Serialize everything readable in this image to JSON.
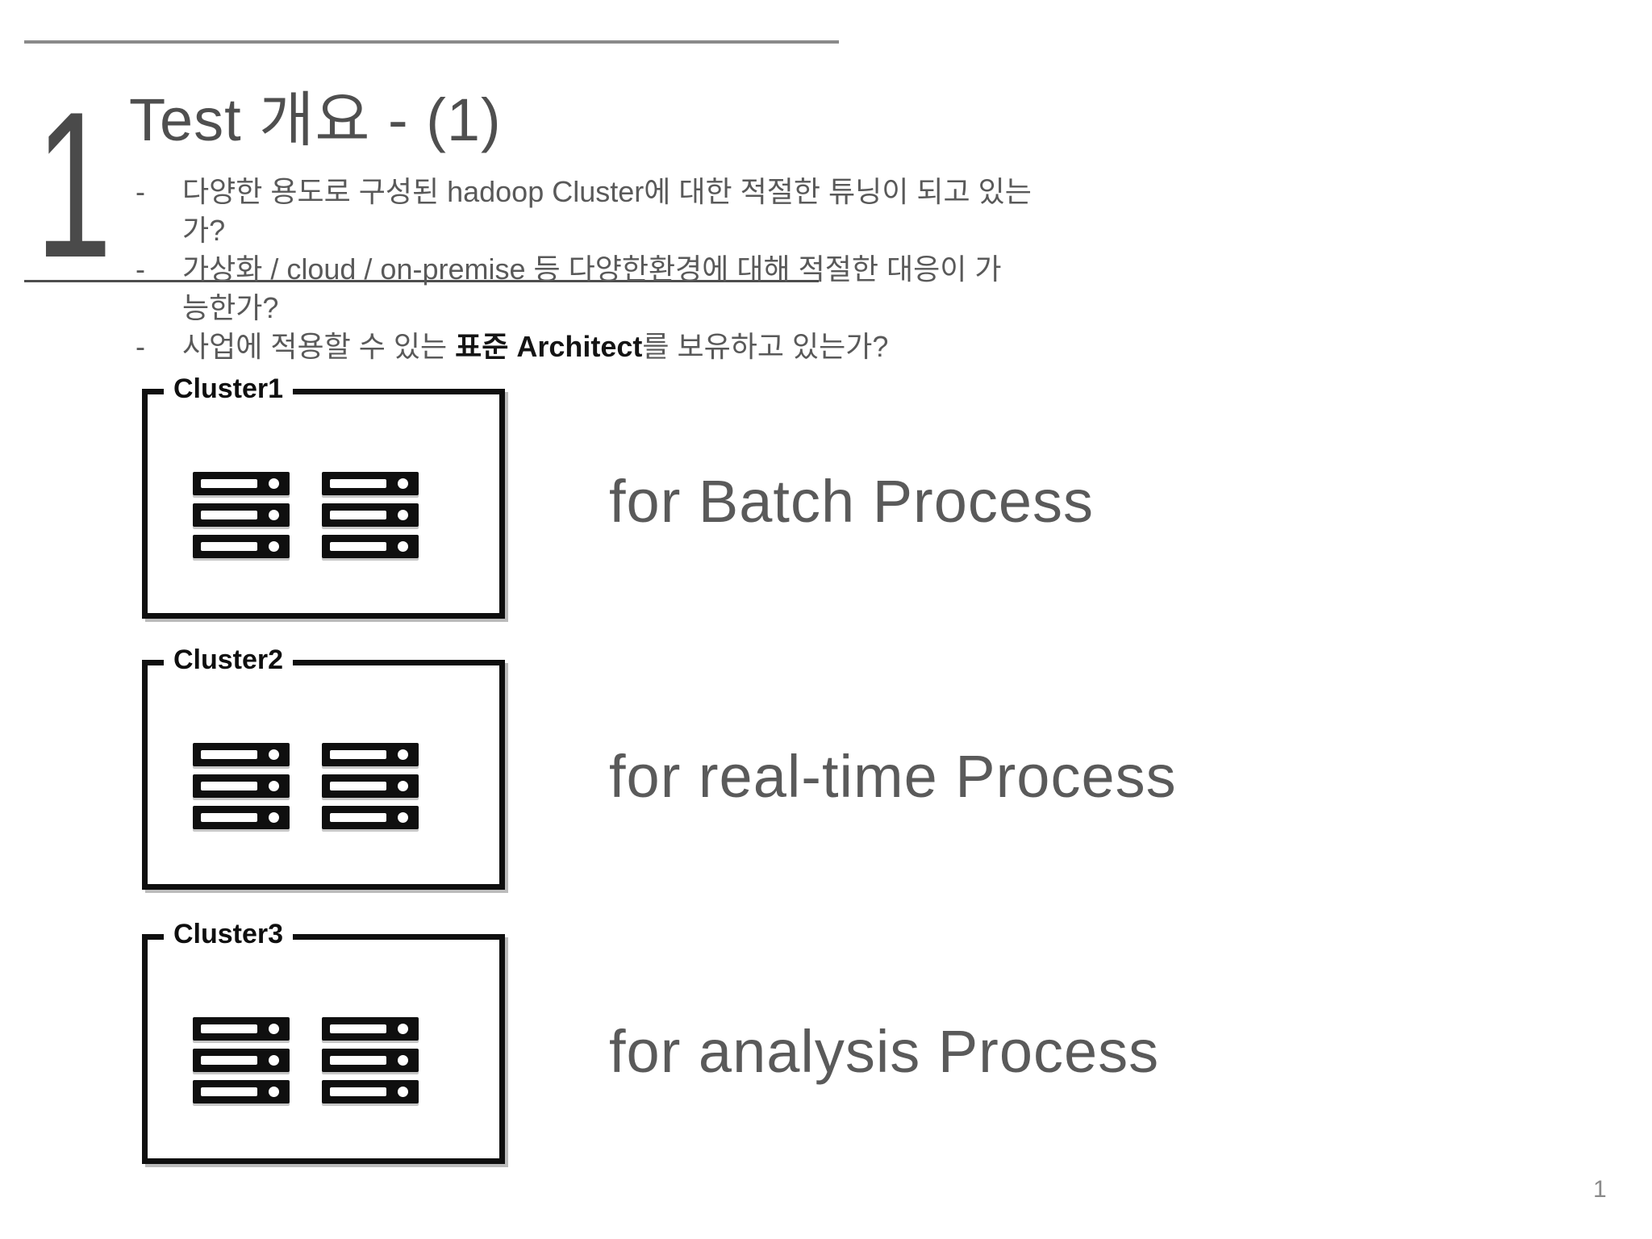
{
  "slide": {
    "section_number": "1",
    "title": "Test 개요 - (1)",
    "page_number": "1"
  },
  "bullets": {
    "items": [
      {
        "marker": "-",
        "line1": "다양한 용도로 구성된 hadoop Cluster에 대한 적절한 튜닝이 되고 있는",
        "line2": "가?"
      },
      {
        "marker": "-",
        "line1": "가상화 / cloud / on-premise 등 다양한환경에 대해 적절한 대응이 가",
        "line2": "능한가?"
      },
      {
        "marker": "-",
        "pre": "사업에 적용할 수 있는 ",
        "bold": "표준 Architect",
        "post": "를 보유하고 있는가?"
      }
    ]
  },
  "clusters": [
    {
      "label": "Cluster1",
      "process": "for Batch Process"
    },
    {
      "label": "Cluster2",
      "process": "for real-time Process"
    },
    {
      "label": "Cluster3",
      "process": "for analysis Process"
    }
  ],
  "colors": {
    "title_gray": "#4f4f4f",
    "body_gray": "#595959",
    "rule_light_gray": "#8a8a8a",
    "rule_dark_gray": "#4d4d4d",
    "icon_black": "#0f0f0f",
    "background": "#ffffff"
  }
}
